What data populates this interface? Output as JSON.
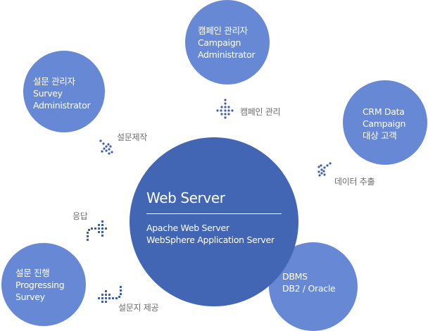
{
  "colors": {
    "node_fill": "#6788d4",
    "center_fill": "#4266b4",
    "node_text": "#ffffff",
    "label_text": "#6b6b6b",
    "arrow_dots": "#3d5fb0"
  },
  "nodes": {
    "campaign_admin": {
      "lines": [
        "캠페인 관리자",
        "Campaign",
        "Administrator"
      ]
    },
    "survey_admin": {
      "lines": [
        "설문 관리자",
        "Survey",
        "Administrator"
      ]
    },
    "crm_data": {
      "lines": [
        "CRM Data",
        "Campaign",
        "대상 고객"
      ]
    },
    "progressing": {
      "lines": [
        "설문 진행",
        "Progressing",
        "Survey"
      ]
    },
    "dbms": {
      "lines": [
        "DBMS",
        "DB2 / Oracle"
      ]
    },
    "web_server": {
      "title": "Web Server",
      "lines": [
        "Apache Web Server",
        "WebSphere Application Server"
      ]
    }
  },
  "flows": {
    "campaign_management": {
      "label": "캠페인 관리",
      "arrow_icon": "dotted-arrow-down-icon"
    },
    "survey_creation": {
      "label": "설문제작",
      "arrow_icon": "dotted-arrow-down-right-icon"
    },
    "data_extraction": {
      "label": "데이터 추출",
      "arrow_icon": "dotted-arrow-down-left-icon"
    },
    "response": {
      "label": "응답",
      "arrow_icon": "dotted-arrow-right-icon"
    },
    "survey_provision": {
      "label": "설문지 제공",
      "arrow_icon": "dotted-arrow-left-icon"
    }
  }
}
